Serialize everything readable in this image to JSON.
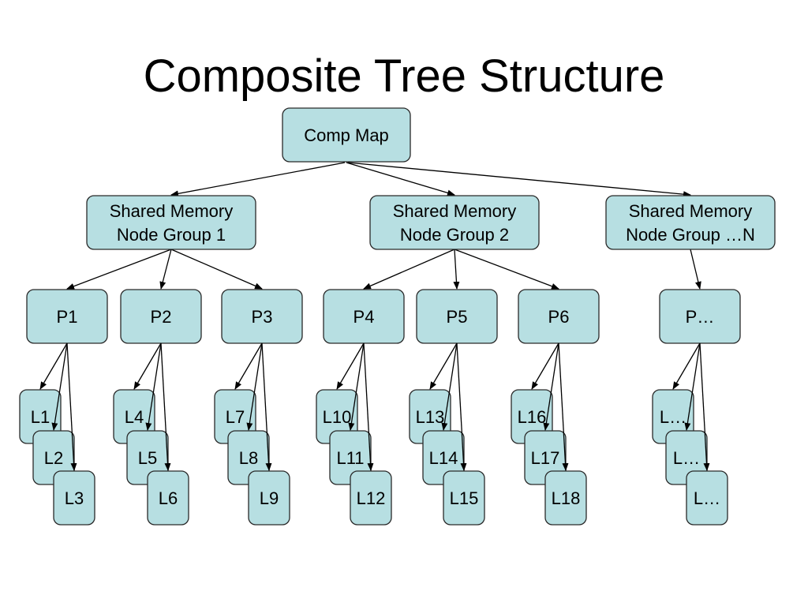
{
  "title": "Composite Tree Structure",
  "colors": {
    "node_fill": "#b7dfe2",
    "node_stroke": "#2a2a2a",
    "edge": "#000000"
  },
  "root": {
    "id": "comp",
    "label": [
      "Comp Map"
    ]
  },
  "groups": [
    {
      "id": "g1",
      "label": [
        "Shared Memory",
        "Node Group 1"
      ]
    },
    {
      "id": "g2",
      "label": [
        "Shared Memory",
        "Node Group 2"
      ]
    },
    {
      "id": "gN",
      "label": [
        "Shared Memory",
        "Node Group …N"
      ]
    }
  ],
  "processors": [
    {
      "id": "p1",
      "label": "P1",
      "group": "g1",
      "leaves": [
        "L1",
        "L2",
        "L3"
      ]
    },
    {
      "id": "p2",
      "label": "P2",
      "group": "g1",
      "leaves": [
        "L4",
        "L5",
        "L6"
      ]
    },
    {
      "id": "p3",
      "label": "P3",
      "group": "g1",
      "leaves": [
        "L7",
        "L8",
        "L9"
      ]
    },
    {
      "id": "p4",
      "label": "P4",
      "group": "g2",
      "leaves": [
        "L10",
        "L11",
        "L12"
      ]
    },
    {
      "id": "p5",
      "label": "P5",
      "group": "g2",
      "leaves": [
        "L13",
        "L14",
        "L15"
      ]
    },
    {
      "id": "p6",
      "label": "P6",
      "group": "g2",
      "leaves": [
        "L16",
        "L17",
        "L18"
      ]
    },
    {
      "id": "pN",
      "label": "P…",
      "group": "gN",
      "leaves": [
        "L…",
        "L…",
        "L…"
      ]
    }
  ]
}
